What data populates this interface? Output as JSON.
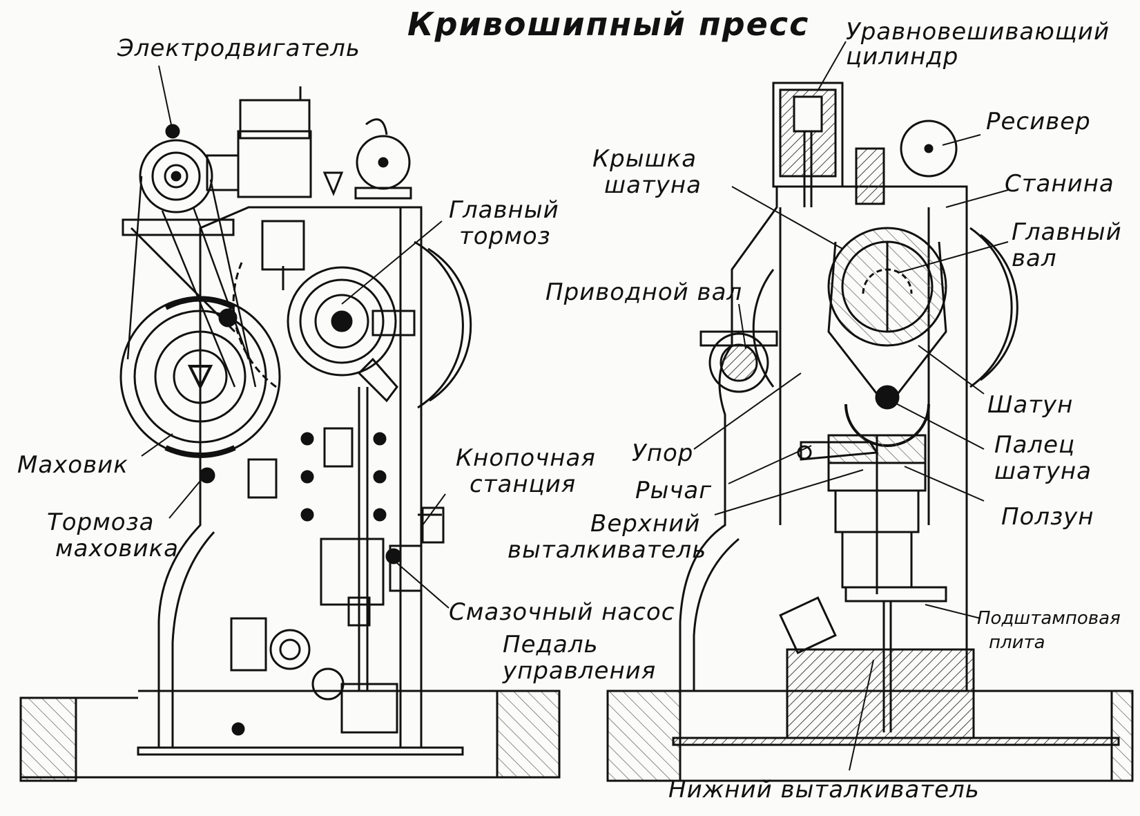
{
  "title": "Кривошипный пресс",
  "labels": {
    "motor": "Электродвигатель",
    "main_brake_1": "Главный",
    "main_brake_2": "тормоз",
    "flywheel": "Маховик",
    "flywheel_brake_1": "Тормоза",
    "flywheel_brake_2": "маховика",
    "button_station_1": "Кнопочная",
    "button_station_2": "станция",
    "lube_pump": "Смазочный насос",
    "pedal_1": "Педаль",
    "pedal_2": "управления",
    "balance_cyl_1": "Уравновешивающий",
    "balance_cyl_2": "цилиндр",
    "receiver": "Ресивер",
    "rod_cap_1": "Крышка",
    "rod_cap_2": "шатуна",
    "frame": "Станина",
    "main_shaft_1": "Главный",
    "main_shaft_2": "вал",
    "drive_shaft": "Приводной вал",
    "connecting_rod": "Шатун",
    "stop": "Упор",
    "rod_pin_1": "Палец",
    "rod_pin_2": "шатуна",
    "lever": "Рычаг",
    "slide": "Ползун",
    "upper_ejector_1": "Верхний",
    "upper_ejector_2": "выталкиватель",
    "die_plate_1": "Подштамповая",
    "die_plate_2": "плита",
    "lower_ejector": "Нижний выталкиватель"
  },
  "colors": {
    "ink": "#111111",
    "paper": "#fbfbf9",
    "hatch": "#444444"
  }
}
